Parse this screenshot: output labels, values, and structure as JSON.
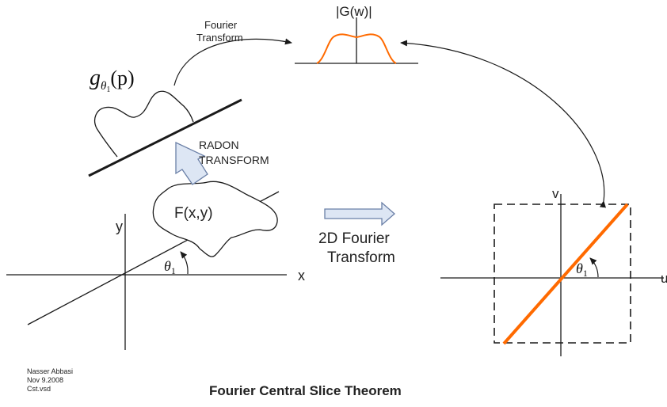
{
  "labels": {
    "fourier_transform_top": [
      "Fourier",
      "Transform"
    ],
    "g_magnitude": "|G(w)|",
    "projection_g": "g",
    "projection_sub_theta": "θ",
    "projection_sub_1": "1",
    "projection_arg": "(p)",
    "radon_transform": [
      "RADON",
      "TRANSFORM"
    ],
    "function_f": "F(x,y)",
    "axis_x": "x",
    "axis_y": "y",
    "theta_left": "θ",
    "theta_left_sub": "1",
    "fourier_2d": [
      "2D Fourier",
      "Transform"
    ],
    "axis_v": "v",
    "axis_u": "u",
    "theta_right": "θ",
    "theta_right_sub": "1"
  },
  "footer": {
    "author_lines": [
      "Nasser Abbasi",
      "Nov 9.2008",
      "Cst.vsd"
    ],
    "title": "Fourier Central Slice Theorem"
  },
  "colors": {
    "accent": "#ff6a00",
    "line": "#1a1a1a",
    "arrow_fill": "#dde6f4",
    "arrow_stroke": "#6a7fa6"
  }
}
